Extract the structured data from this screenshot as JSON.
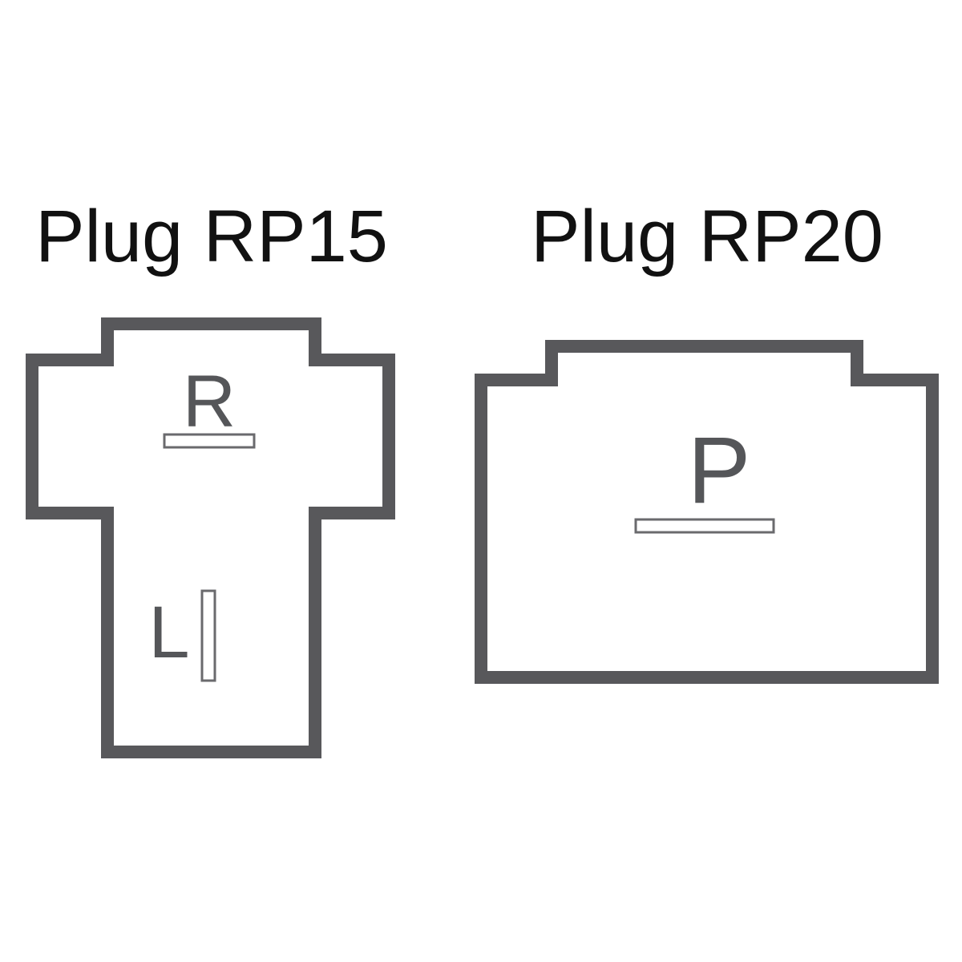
{
  "colors": {
    "outline": "#58585b",
    "title_text": "#111111",
    "pin_label_text": "#555659",
    "background": "#ffffff"
  },
  "plugs": [
    {
      "title": "Plug RP15",
      "pins": [
        {
          "label": "R",
          "orientation": "horizontal"
        },
        {
          "label": "L",
          "orientation": "vertical"
        }
      ]
    },
    {
      "title": "Plug RP20",
      "pins": [
        {
          "label": "P",
          "orientation": "horizontal"
        }
      ]
    }
  ]
}
